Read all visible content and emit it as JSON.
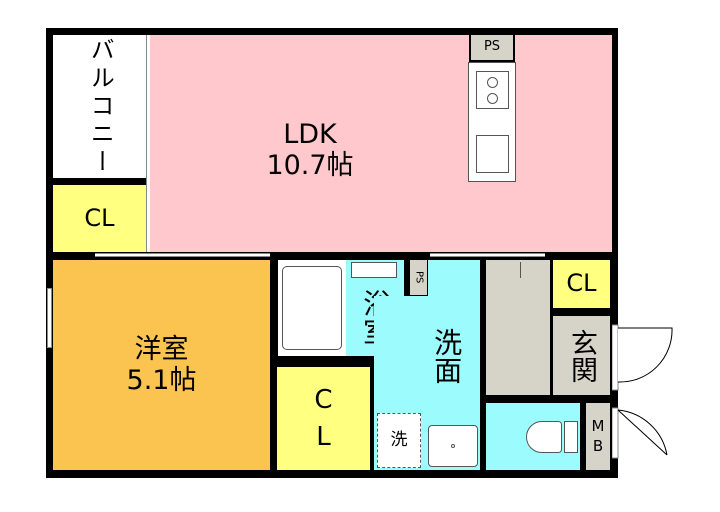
{
  "colors": {
    "ldk": "#ffc8cc",
    "western": "#fbc350",
    "closet": "#ffff80",
    "wet": "#9cfbfd",
    "entrance": "#d6d3c9",
    "wall": "#000000"
  },
  "rooms": {
    "balcony": "バルコニー",
    "closet_top": "CL",
    "ldk": {
      "name": "LDK",
      "size": "10.7帖"
    },
    "ps_kitchen": "PS",
    "western": {
      "name": "洋室",
      "size": "5.1帖"
    },
    "bath": "浴室",
    "ps_small": "PS",
    "washroom": "洗面",
    "closet_mid": "C\nL",
    "washer": "洗",
    "closet_entrance": "CL",
    "entrance": "玄関",
    "mb": "M\nB"
  }
}
